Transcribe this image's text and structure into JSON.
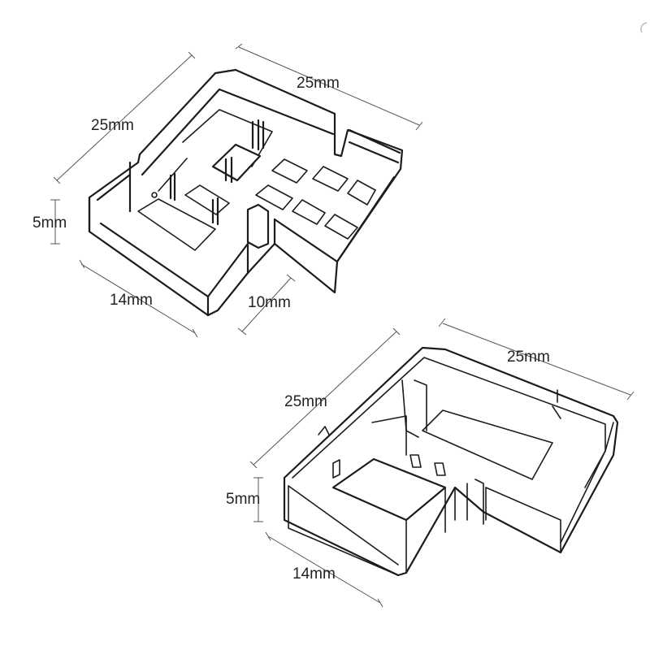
{
  "top_view": {
    "dim_top": "25mm",
    "dim_left": "25mm",
    "dim_height": "5mm",
    "dim_front_left": "14mm",
    "dim_front_right": "10mm"
  },
  "bottom_view": {
    "dim_top": "25mm",
    "dim_left": "25mm",
    "dim_height": "5mm",
    "dim_front": "14mm"
  }
}
